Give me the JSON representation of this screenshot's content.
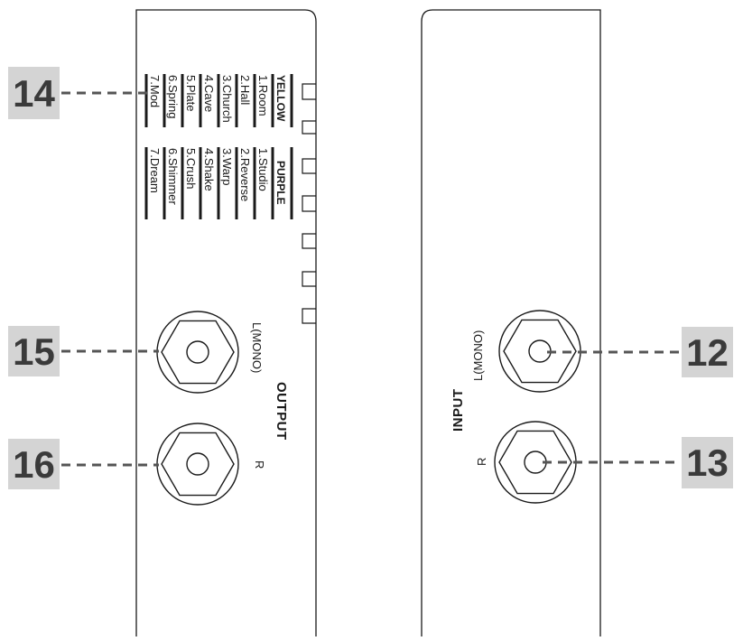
{
  "callouts": {
    "c12": "12",
    "c13": "13",
    "c14": "14",
    "c15": "15",
    "c16": "16"
  },
  "colors": {
    "callout_bg": "#d4d4d4",
    "callout_text": "#3a3a3a",
    "line": "#1a1a1a",
    "dash": "#555555"
  },
  "output_panel": {
    "title": "OUTPUT",
    "left_label": "L(MONO)",
    "right_label": "R",
    "yellow": {
      "heading": "YELLOW",
      "modes": [
        "1.Room",
        "2.Hall",
        "3.Church",
        "4.Cave",
        "5.Plate",
        "6.Spring",
        "7.Mod"
      ]
    },
    "purple": {
      "heading": "PURPLE",
      "modes": [
        "1.Studio",
        "2.Reverse",
        "3.Warp",
        "4.Shake",
        "5.Crush",
        "6.Shimmer",
        "7.Dream"
      ]
    }
  },
  "input_panel": {
    "title": "INPUT",
    "left_label": "L(MONO)",
    "right_label": "R"
  }
}
